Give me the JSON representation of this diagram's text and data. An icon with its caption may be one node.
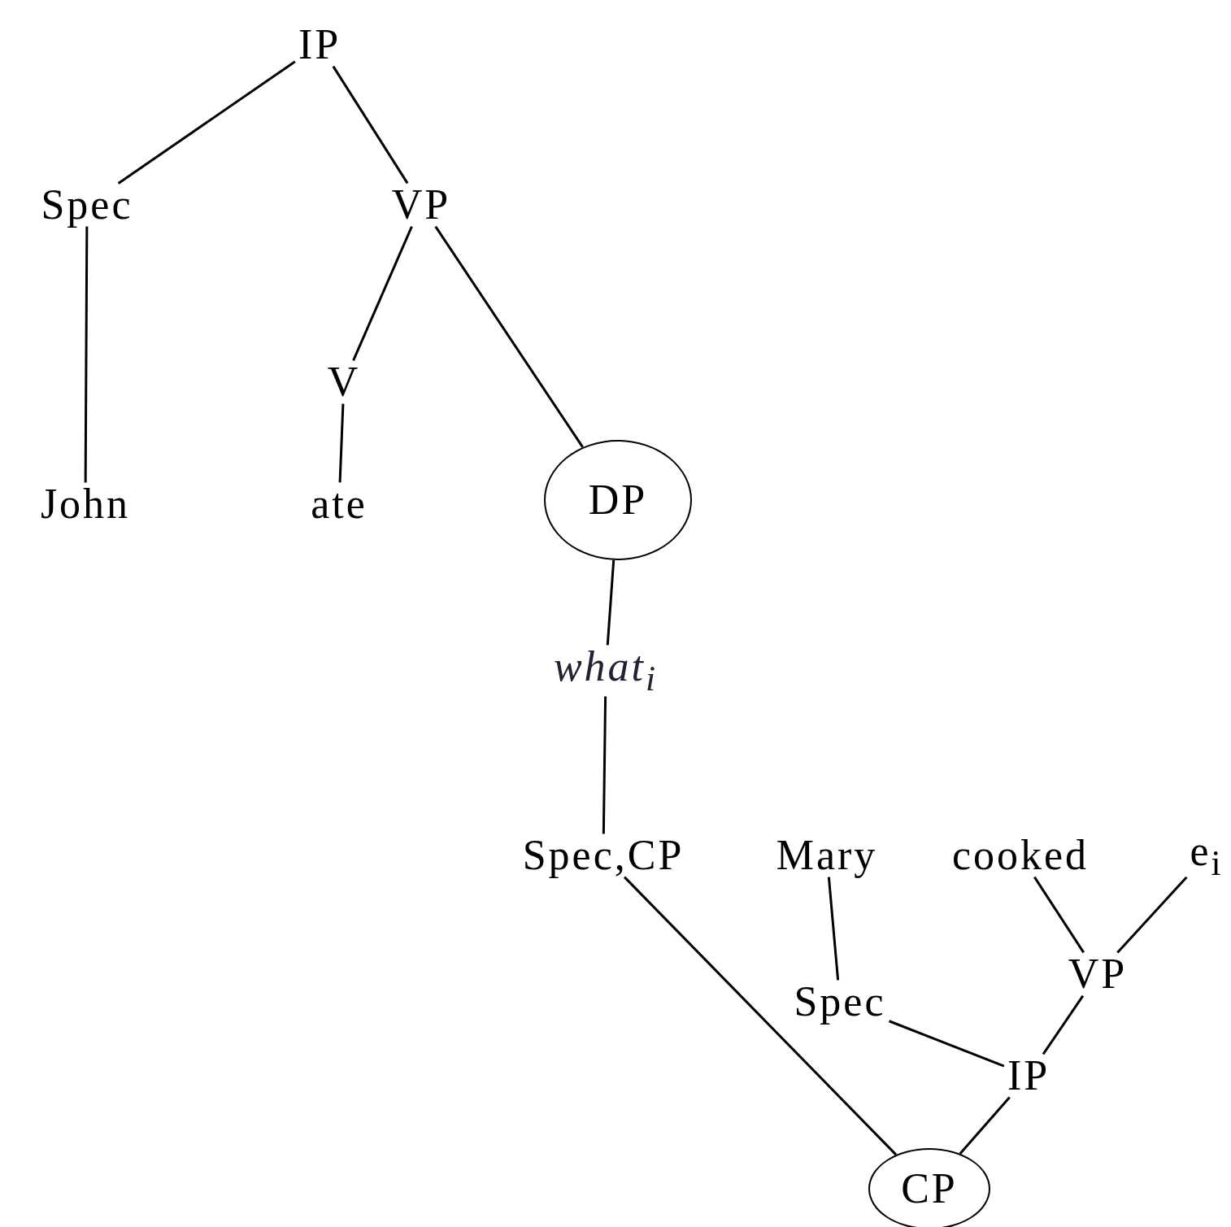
{
  "diagram": {
    "nodes": [
      {
        "text": [
          "IP"
        ]
      },
      {
        "text": [
          "Spec"
        ]
      },
      {
        "text": [
          "VP"
        ]
      },
      {
        "text": [
          "John"
        ]
      },
      {
        "text": [
          "V"
        ]
      },
      {
        "text": [
          "ate"
        ]
      },
      {
        "text": [
          "DP"
        ]
      },
      {
        "text": [
          "what$_{i}$"
        ]
      },
      {
        "text": [
          "Spec,CP"
        ]
      },
      {
        "text": [
          "Mary"
        ]
      },
      {
        "text": [
          "cooked"
        ]
      },
      {
        "text": [
          "e$_{i}$"
        ]
      },
      {
        "text": [
          "Spec"
        ]
      },
      {
        "text": [
          "VP"
        ]
      },
      {
        "text": [
          "IP"
        ]
      },
      {
        "text": [
          "CP"
        ]
      }
    ],
    "edges": [
      {
        "from": 0,
        "to": 1,
        "arrow": "none"
      },
      {
        "from": 0,
        "to": 2,
        "arrow": "none"
      },
      {
        "from": 1,
        "to": 3,
        "arrow": "none"
      },
      {
        "from": 2,
        "to": 4,
        "arrow": "none"
      },
      {
        "from": 2,
        "to": 6,
        "arrow": "none"
      },
      {
        "from": 4,
        "to": 5,
        "arrow": "none"
      },
      {
        "from": 6,
        "to": 7,
        "arrow": "none"
      },
      {
        "from": 7,
        "to": 8,
        "arrow": "none"
      },
      {
        "from": 15,
        "to": 8,
        "arrow": "none"
      },
      {
        "from": 12,
        "to": 9,
        "arrow": "none"
      },
      {
        "from": 13,
        "to": 10,
        "arrow": "none"
      },
      {
        "from": 13,
        "to": 11,
        "arrow": "none"
      },
      {
        "from": 14,
        "to": 12,
        "arrow": "none"
      },
      {
        "from": 14,
        "to": 13,
        "arrow": "none"
      },
      {
        "from": 15,
        "to": 14,
        "arrow": "none"
      }
    ]
  }
}
